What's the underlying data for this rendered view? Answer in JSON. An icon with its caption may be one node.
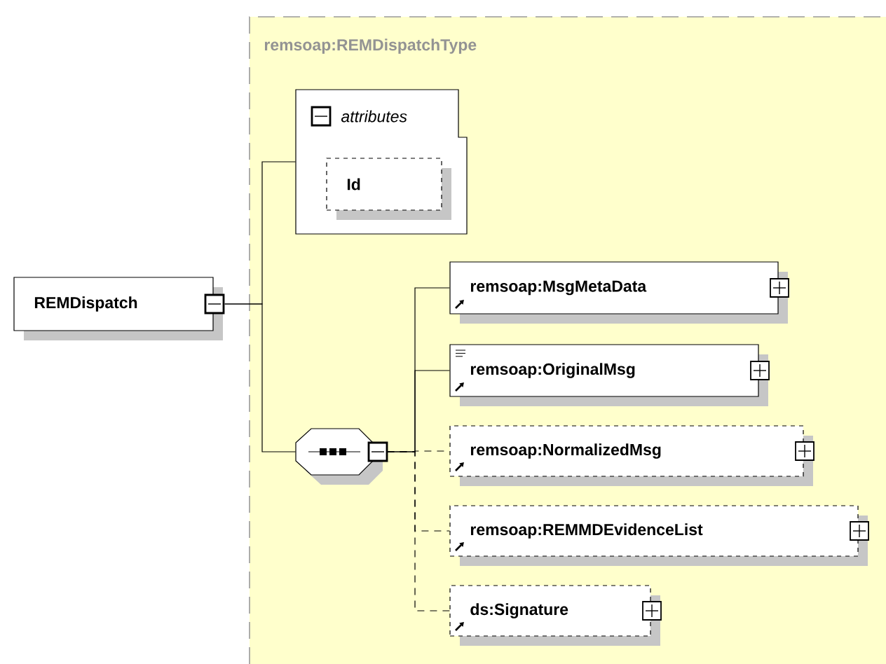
{
  "diagram": {
    "nodes": [
      {
        "text": [
          "REMDispatch"
        ]
      },
      {
        "text": [
          "remsoap:REMDispatchType"
        ]
      },
      {
        "text": [
          "attributes"
        ],
        "in": 1
      },
      {
        "text": [
          "Id"
        ],
        "in": 2
      },
      {
        "text": [],
        "shape": "octagon",
        "in": 1
      },
      {
        "text": [
          "remsoap:MsgMetaData"
        ],
        "in": 1
      },
      {
        "text": [
          "remsoap:OriginalMsg"
        ],
        "in": 1
      },
      {
        "text": [
          "remsoap:NormalizedMsg"
        ],
        "in": 1
      },
      {
        "text": [
          "remsoap:REMMDEvidenceList"
        ],
        "in": 1
      },
      {
        "text": [
          "ds:Signature"
        ],
        "in": 1
      }
    ],
    "edges": [
      {
        "from": 0,
        "to": 2,
        "arrow": "none"
      },
      {
        "from": 0,
        "to": 4,
        "arrow": "none"
      },
      {
        "from": 4,
        "to": 5,
        "arrow": "none"
      },
      {
        "from": 4,
        "to": 6,
        "arrow": "none"
      },
      {
        "from": 4,
        "to": 7,
        "arrow": "none",
        "style": "dashed"
      },
      {
        "from": 4,
        "to": 8,
        "arrow": "none",
        "style": "dashed"
      },
      {
        "from": 4,
        "to": 9,
        "arrow": "none",
        "style": "dashed"
      }
    ]
  }
}
